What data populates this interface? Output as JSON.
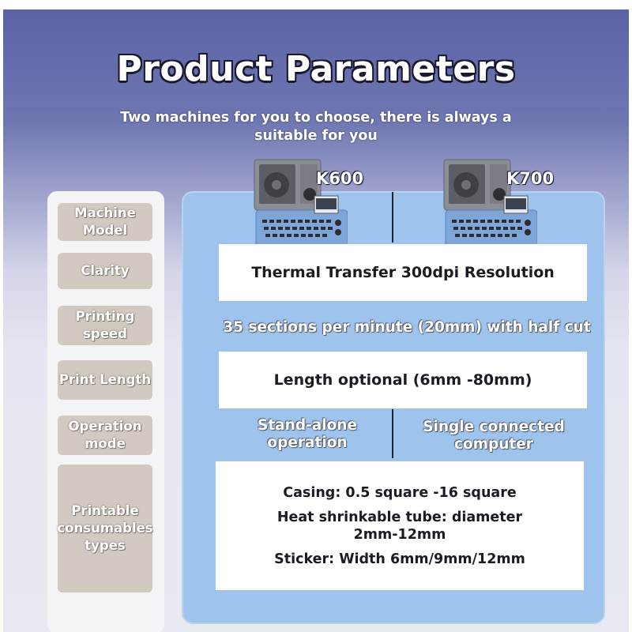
{
  "header": {
    "title": "Product Parameters",
    "subtitle": "Two machines for you to choose, there is always a suitable for you"
  },
  "labels": {
    "model": "Machine Model",
    "clarity": "Clarity",
    "speed": "Printing speed",
    "length": "Print Length",
    "operation": "Operation mode",
    "consumables": "Printable consumables types"
  },
  "machines": [
    {
      "name": "K600"
    },
    {
      "name": "K700"
    }
  ],
  "values": {
    "clarity": "Thermal Transfer 300dpi Resolution",
    "speed": "35 sections per minute (20mm) with half cut",
    "length": "Length optional (6mm -80mm)",
    "operation_k600": "Stand-alone operation",
    "operation_k700": "Single connected computer",
    "consumables": [
      "Casing: 0.5 square -16 square",
      "Heat shrinkable tube: diameter 2mm-12mm",
      "Sticker: Width 6mm/9mm/12mm"
    ]
  },
  "colors": {
    "header_gradient_top": "#5a62a6",
    "panel_blue": "#9ec3ec",
    "label_tan": "#d2c9c1"
  }
}
